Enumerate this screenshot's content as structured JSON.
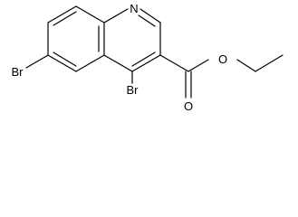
{
  "molecule": {
    "atoms": {
      "n1": "N",
      "br6": "Br",
      "br4": "Br",
      "o_ester": "O",
      "o_carbonyl": "O"
    }
  },
  "colors": {
    "bond": "#000000",
    "label": "#000000",
    "background": "#ffffff"
  }
}
